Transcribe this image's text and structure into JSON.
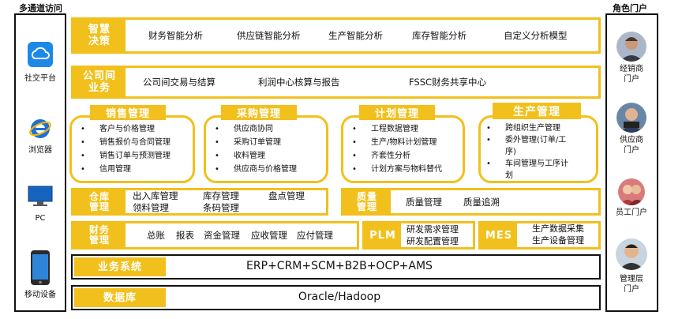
{
  "left_column": {
    "title": "多通道访问",
    "channels": [
      {
        "label": "社交平台",
        "icon": "cloud-icon"
      },
      {
        "label": "浏览器",
        "icon": "browser-icon"
      },
      {
        "label": "PC",
        "icon": "monitor-icon"
      },
      {
        "label": "移动设备",
        "icon": "phone-icon"
      }
    ]
  },
  "right_column": {
    "title": "角色门户",
    "roles": [
      {
        "label_line1": "经销商",
        "label_line2": "门户"
      },
      {
        "label_line1": "供应商",
        "label_line2": "门户"
      },
      {
        "label_line1": "员工门户",
        "label_line2": ""
      },
      {
        "label_line1": "管理层",
        "label_line2": "门户"
      }
    ]
  },
  "rows": {
    "bi": {
      "tag_line1": "智慧",
      "tag_line2": "决策",
      "items": [
        "财务智能分析",
        "供应链智能分析",
        "生产智能分析",
        "库存智能分析",
        "自定义分析模型"
      ]
    },
    "intercompany": {
      "tag_line1": "公司间",
      "tag_line2": "业务",
      "items": [
        "公司间交易与结算",
        "利润中心核算与报告",
        "FSSC财务共享中心"
      ]
    }
  },
  "modules": {
    "sales": {
      "title": "销售管理",
      "items": [
        "客户与价格管理",
        "销售报价与合同管理",
        "销售订单与预测管理",
        "信用管理"
      ]
    },
    "purchase": {
      "title": "采购管理",
      "items": [
        "供应商协同",
        "采购订单管理",
        "收料管理",
        "供应商与价格管理"
      ]
    },
    "planning": {
      "title": "计划管理",
      "items": [
        "工程数据管理",
        "生产/物料计划管理",
        "齐套性分析",
        "计划方案与物料替代"
      ]
    },
    "production": {
      "title": "生产管理",
      "items": [
        "跨组织生产管理",
        "委外管理(订单/工",
        "序)",
        "车间管理与工序计",
        "划"
      ]
    }
  },
  "warehouse": {
    "tag_line1": "仓库",
    "tag_line2": "管理",
    "items": [
      "出入库管理",
      "库存管理",
      "盘点管理",
      "领料管理",
      "条码管理"
    ]
  },
  "quality": {
    "tag_line1": "质量",
    "tag_line2": "管理",
    "items": [
      "质量管理",
      "质量追溯"
    ]
  },
  "finance": {
    "tag_line1": "财务",
    "tag_line2": "管理",
    "items": [
      "总账",
      "报表",
      "资金管理",
      "应收管理",
      "应付管理"
    ]
  },
  "plm": {
    "tag": "PLM",
    "items": [
      "研发需求管理",
      "研发配置管理"
    ]
  },
  "mes": {
    "tag": "MES",
    "items": [
      "生产数据采集",
      "生产设备管理"
    ]
  },
  "business_system": {
    "tag": "业务系统",
    "text": "ERP+CRM+SCM+B2B+OCP+AMS"
  },
  "database": {
    "tag": "数据库",
    "text": "Oracle/Hadoop"
  },
  "colors": {
    "accent": "#f2c01c",
    "border_dark": "#111111"
  }
}
